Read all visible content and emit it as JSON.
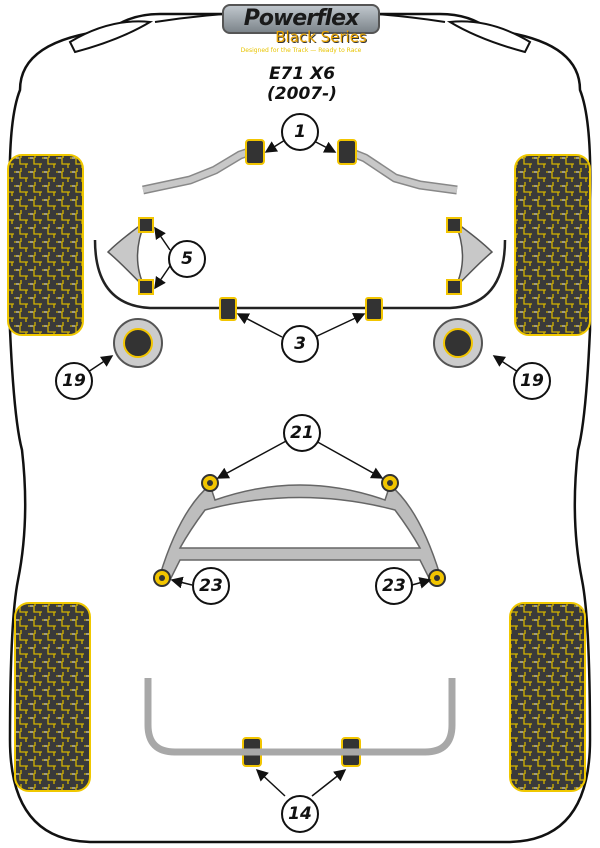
{
  "brand": {
    "name": "Powerflex",
    "series": "Black Series",
    "tagline": "Designed for the Track — Ready to Race"
  },
  "model": "E71 X6 (2007-)",
  "callouts": [
    {
      "id": "front-anti-roll-bar-mount",
      "number": "1"
    },
    {
      "id": "front-wishbone",
      "number": "5"
    },
    {
      "id": "front-anti-roll-bar",
      "number": "3"
    },
    {
      "id": "front-top-mount-left",
      "number": "19"
    },
    {
      "id": "front-top-mount-right",
      "number": "19"
    },
    {
      "id": "rear-subframe",
      "number": "21"
    },
    {
      "id": "rear-subframe-lower-left",
      "number": "23"
    },
    {
      "id": "rear-subframe-lower-right",
      "number": "23"
    },
    {
      "id": "rear-anti-roll-bar",
      "number": "14"
    }
  ],
  "colors": {
    "bush": "#f2c500",
    "bushCore": "#333333",
    "tyre": "#3a3a3a",
    "metal": "#b0b0b0"
  }
}
